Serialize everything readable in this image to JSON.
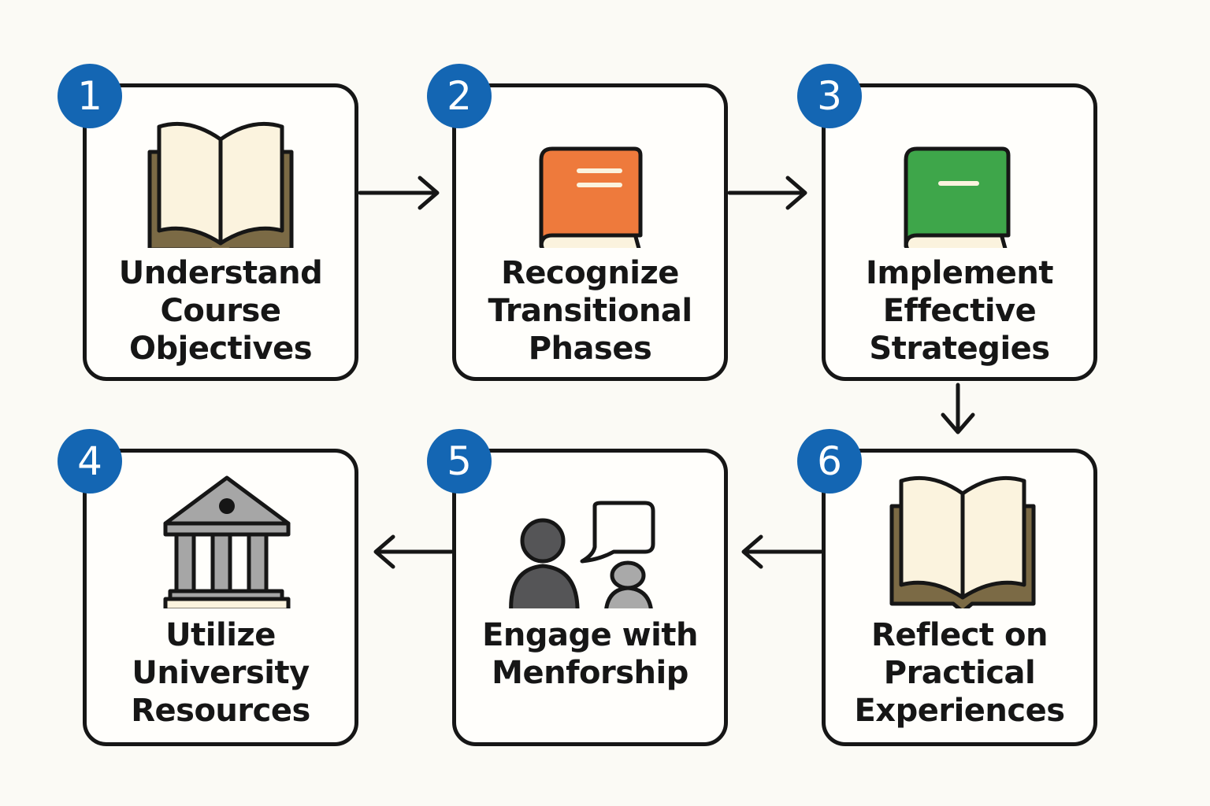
{
  "steps": [
    {
      "number": "1",
      "lines": [
        "Understand",
        "Course",
        "Objectives"
      ],
      "icon": "open-book-icon"
    },
    {
      "number": "2",
      "lines": [
        "Recognize",
        "Transitional",
        "Phases"
      ],
      "icon": "orange-book-icon"
    },
    {
      "number": "3",
      "lines": [
        "Implement",
        "Effective",
        "Strategies"
      ],
      "icon": "green-book-icon"
    },
    {
      "number": "4",
      "lines": [
        "Utilize",
        "University",
        "Resources"
      ],
      "icon": "university-building-icon"
    },
    {
      "number": "5",
      "lines": [
        "Engage with",
        "Menforship"
      ],
      "icon": "mentorship-people-icon"
    },
    {
      "number": "6",
      "lines": [
        "Reflect on",
        "Practical",
        "Experiences"
      ],
      "icon": "open-book-icon"
    }
  ],
  "colors": {
    "badge": "#1466b3",
    "orange_book": "#ee7a3c",
    "green_book": "#3ea64a",
    "book_pages": "#fbf3de",
    "book_cover": "#7b6a45",
    "building": "#a6a6a6",
    "person_dark": "#555557",
    "person_light": "#a9a9a9"
  }
}
